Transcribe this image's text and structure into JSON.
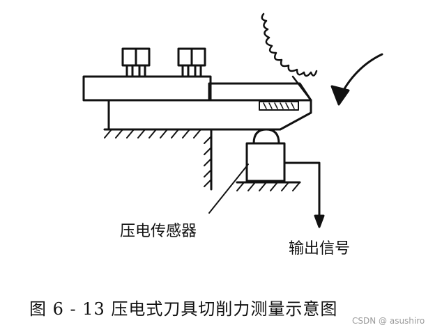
{
  "labels": {
    "sensor": "压电传感器",
    "output": "输出信号"
  },
  "caption": "图 6 - 13   压电式刀具切削力测量示意图",
  "watermark": "CSDN @ asushiro"
}
